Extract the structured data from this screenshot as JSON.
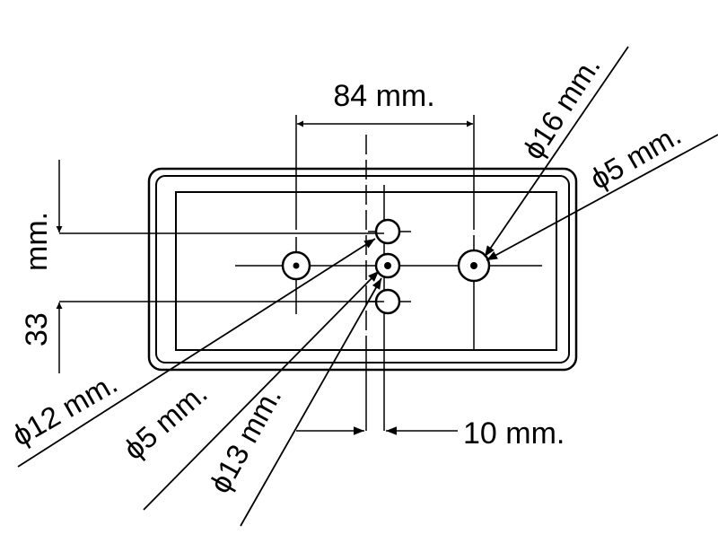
{
  "diagram": {
    "dimensions": {
      "width_label": "84 mm.",
      "height_label_value": "33",
      "height_label_unit": "mm.",
      "offset_label": "10 mm."
    },
    "callouts": {
      "right_large_hole": "ϕ16 mm.",
      "right_small_hole": "ϕ5 mm.",
      "left_upper_hole": "ϕ12 mm.",
      "center_small_hole": "ϕ5 mm.",
      "center_lower_hole": "ϕ13 mm."
    },
    "colors": {
      "line": "#000000",
      "background": "#ffffff"
    }
  }
}
